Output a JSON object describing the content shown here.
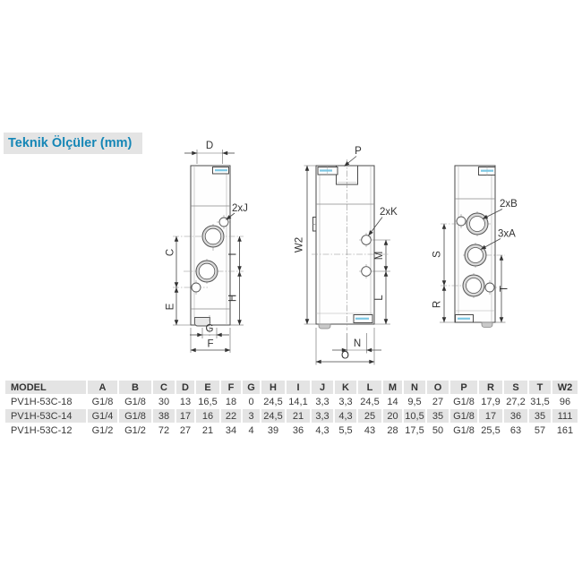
{
  "title": "Teknik Ölçüler (mm)",
  "colors": {
    "accent_blue": "#1586b6",
    "accent_cyan": "#7cc7e3",
    "block_gray": "#e4e4e4",
    "line_gray": "#4a4a4a"
  },
  "drawings": {
    "left": {
      "view": "side-view-with-pilot-ports",
      "dims": {
        "d": "D",
        "j": "2xJ",
        "c": "C",
        "i": "I",
        "e": "E",
        "h": "H",
        "g": "G",
        "f": "F"
      }
    },
    "middle": {
      "view": "front-view",
      "dims": {
        "p": "P",
        "w2": "W2",
        "k": "2xK",
        "m": "M",
        "l": "L",
        "n": "N",
        "o": "O"
      }
    },
    "right": {
      "view": "side-view-with-main-ports",
      "dims": {
        "b": "2xB",
        "a": "3xA",
        "s": "S",
        "r": "R",
        "t": "T"
      }
    }
  },
  "table": {
    "headers": [
      "MODEL",
      "A",
      "B",
      "C",
      "D",
      "E",
      "F",
      "G",
      "H",
      "I",
      "J",
      "K",
      "L",
      "M",
      "N",
      "O",
      "P",
      "R",
      "S",
      "T",
      "W2"
    ],
    "rows": [
      [
        "PV1H-53C-18",
        "G1/8",
        "G1/8",
        "30",
        "13",
        "16,5",
        "18",
        "0",
        "24,5",
        "14,1",
        "3,3",
        "3,3",
        "24,5",
        "14",
        "9,5",
        "27",
        "G1/8",
        "17,9",
        "27,2",
        "31,5",
        "96"
      ],
      [
        "PV1H-53C-14",
        "G1/4",
        "G1/8",
        "38",
        "17",
        "16",
        "22",
        "3",
        "24,5",
        "21",
        "3,3",
        "4,3",
        "25",
        "20",
        "10,5",
        "35",
        "G1/8",
        "17",
        "36",
        "35",
        "111"
      ],
      [
        "PV1H-53C-12",
        "G1/2",
        "G1/2",
        "72",
        "27",
        "21",
        "34",
        "4",
        "39",
        "36",
        "4,3",
        "5,5",
        "43",
        "28",
        "17,5",
        "50",
        "G1/8",
        "25,5",
        "63",
        "57",
        "161"
      ]
    ]
  }
}
